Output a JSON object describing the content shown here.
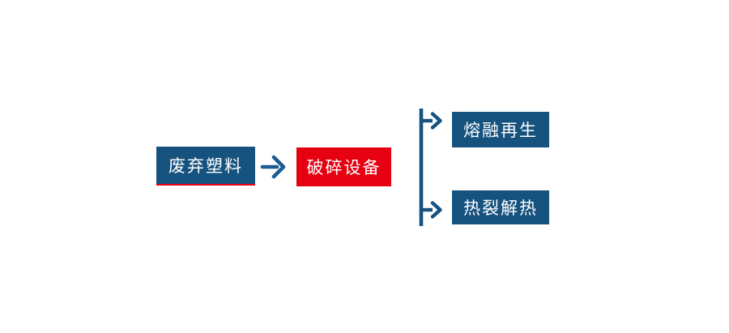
{
  "colors": {
    "node_blue": "#15527E",
    "node_red": "#E60012",
    "underline_red": "#E60012",
    "arrow_blue": "#1A5C93",
    "connector_blue": "#15527E",
    "text_white": "#FFFFFF",
    "background": "#FFFFFF"
  },
  "diagram": {
    "nodes": [
      {
        "id": "waste-plastic",
        "label": "废弃塑料"
      },
      {
        "id": "crushing-equipment",
        "label": "破碎设备"
      },
      {
        "id": "melt-regeneration",
        "label": "熔融再生"
      },
      {
        "id": "pyrolysis-heat",
        "label": "热裂解热"
      }
    ],
    "edges": [
      {
        "from": "waste-plastic",
        "to": "crushing-equipment",
        "type": "arrow"
      },
      {
        "from": "crushing-equipment",
        "to": "melt-regeneration",
        "type": "branch-arrow"
      },
      {
        "from": "crushing-equipment",
        "to": "pyrolysis-heat",
        "type": "branch-arrow"
      }
    ]
  }
}
